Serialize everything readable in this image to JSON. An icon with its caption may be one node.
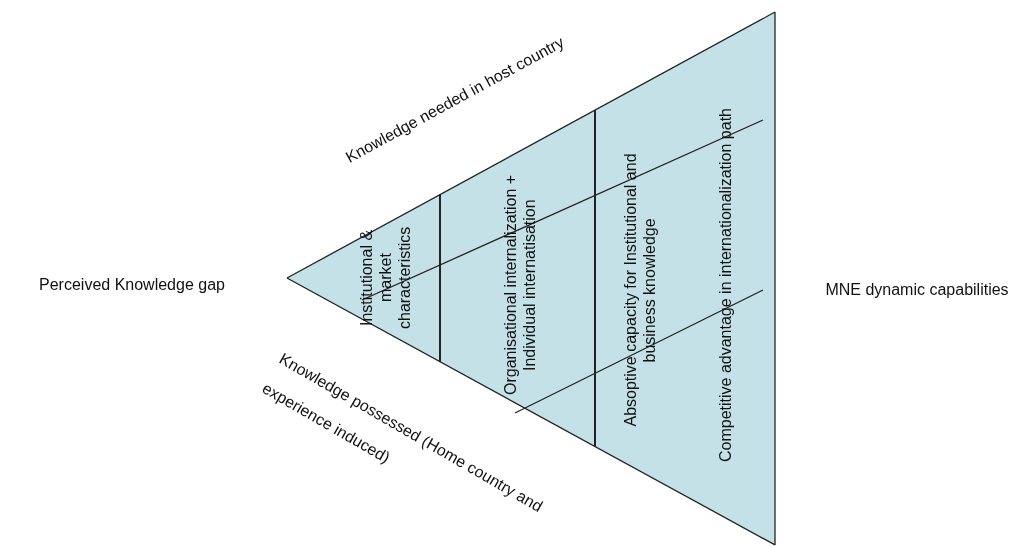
{
  "diagram": {
    "nodes": [
      {
        "text": [
          "Institutional & market characteristics"
        ]
      },
      {
        "text": [
          "Organisational internalization + Individual internatisation"
        ]
      },
      {
        "text": [
          "Absoptive capacity for Institutional and business knowledge"
        ]
      },
      {
        "text": [
          "Competitive advantage in internationalization path"
        ]
      }
    ],
    "labels": [
      "Knowledge needed in host country",
      "Perceived Knowledge gap",
      "MNE dynamic capabilities",
      "Knowledge possessed (Home country and experience induced)"
    ]
  }
}
